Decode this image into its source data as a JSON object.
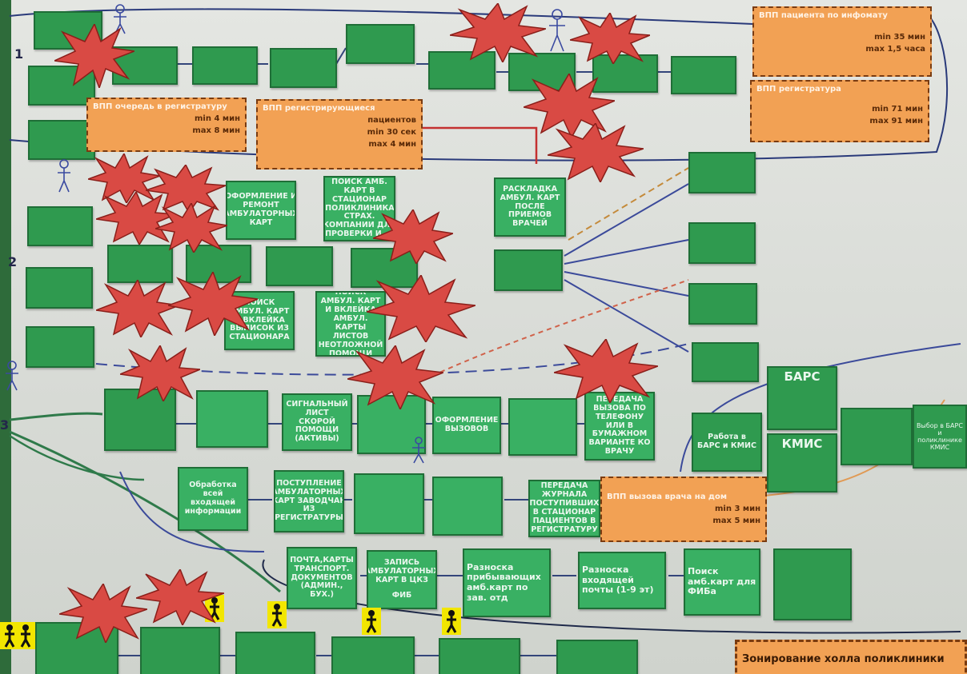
{
  "row_labels": [
    "1",
    "2",
    "3"
  ],
  "orange_cards": {
    "infomat": {
      "title": "ВПП пациента по инфомату",
      "min": "min 35 мин",
      "max": "max 1,5 часа"
    },
    "registratura": {
      "title": "ВПП регистратура",
      "min": "min 71 мин",
      "max": "max 91 мин"
    },
    "queue": {
      "title": "ВПП очередь в регистратуру",
      "min": "min 4 мин",
      "max": "max 8 мин"
    },
    "registering": {
      "title": "ВПП регистрирующиеся",
      "subtitle": "пациентов",
      "min": "min 30 сек",
      "max": "max 4 мин"
    },
    "home_call": {
      "title": "ВПП вызова врача на дом",
      "min": "min 3 мин",
      "max": "max 5 мин"
    },
    "zoning": {
      "title": "Зонирование холла поликлиники"
    }
  },
  "cards": {
    "oform": "ОФОРМЛЕНИЕ И РЕМОНТ АМБУЛАТОРНЫХ КАРТ",
    "poisk_stac": "ПОИСК АМБ. КАРТ В СТАЦИОНАР (ПОЛИКЛИНИКА, СТРАХ. КОМПАНИИ ДЛЯ ПРОВЕРКИ И...)",
    "raskladka": "РАСКЛАДКА АМБУЛ. КАРТ ПОСЛЕ ПРИЕМОВ ВРАЧЕЙ",
    "poisk_vyp": "ПОИСК АМБУЛ. КАРТ И ВКЛЕЙКА ВЫПИСОК ИЗ СТАЦИОНАРА",
    "poisk_list": "ПОИСК АМБУЛ. КАРТ И ВКЛЕЙКА АМБУЛ. КАРТЫ ЛИСТОВ НЕОТЛОЖНОЙ ПОМОЩИ",
    "signal": "СИГНАЛЬНЫЙ ЛИСТ СКОРОЙ ПОМОЩИ (АКТИВЫ)",
    "oform_vyz": "ОФОРМЛЕНИЕ ВЫЗОВОВ",
    "peredacha_tel": "ПЕРЕДАЧА ВЫЗОВА ПО ТЕЛЕФОНУ ИЛИ В БУМАЖНОМ ВАРИАНТЕ КО ВРАЧУ",
    "obrabotka": "Обработка всей входящей информации",
    "postuplenie": "ПОСТУПЛЕНИЕ АМБУЛАТОРНЫХ КАРТ ЗАВОДЧАН ИЗ РЕГИСТРАТУРЫ",
    "peredacha_zh": "ПЕРЕДАЧА ЖУРНАЛА ПОСТУПИВШИХ В СТАЦИОНАР ПАЦИЕНТОВ В РЕГИСТРАТУРУ",
    "pochta": "ПОЧТА,КАРТЫ ТРАНСПОРТ. ДОКУМЕНТОВ (АДМИН., БУХ.)",
    "zapis": "ЗАПИСЬ АМБУЛАТОРНЫХ КАРТ В ЦКЗ",
    "fib": "ФИБ",
    "razn1": "Разноска прибывающих амб.карт по зав. отд",
    "razn2": "Разноска входящей почты (1-9 эт)",
    "poisk_fib": "Поиск амб.карт для ФИБа",
    "rabota": "Работа в БАРС и КМИС",
    "bars": "БАРС",
    "kmis": "КМИС",
    "vibor": "Выбор в БАРС и поликлинике КМИС"
  }
}
